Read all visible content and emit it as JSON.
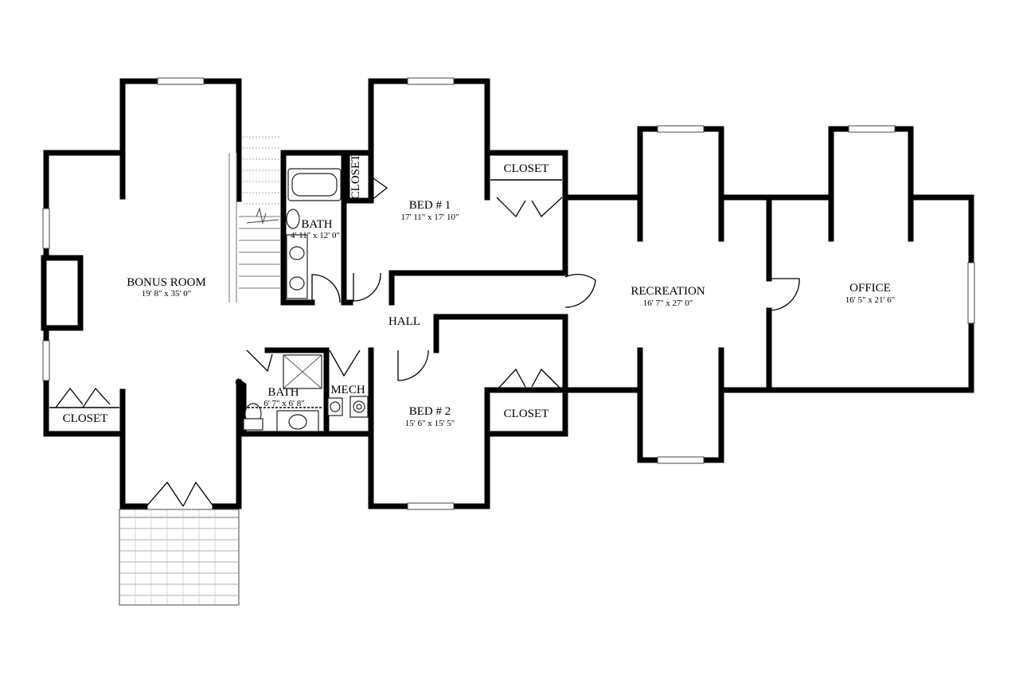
{
  "rooms": {
    "bonus_room": {
      "name": "BONUS ROOM",
      "dims": "19' 8\" x 35' 0\""
    },
    "bed1": {
      "name": "BED # 1",
      "dims": "17' 11\" x 17' 10\""
    },
    "bed2": {
      "name": "BED # 2",
      "dims": "15' 6\" x 15' 5\""
    },
    "bath_upper": {
      "name": "BATH",
      "dims": "4' 11\" x 12' 0\""
    },
    "bath_lower": {
      "name": "BATH",
      "dims": "6' 7\" x 6' 8\""
    },
    "mech": {
      "name": "MECH"
    },
    "hall": {
      "name": "HALL"
    },
    "recreation": {
      "name": "RECREATION",
      "dims": "16' 7\" x 27' 0\""
    },
    "office": {
      "name": "OFFICE",
      "dims": "16' 5\" x 21' 6\""
    },
    "closet_bed1": {
      "name": "CLOSET"
    },
    "closet_bed2": {
      "name": "CLOSET"
    },
    "closet_bonus": {
      "name": "CLOSET"
    },
    "closet_small": {
      "name": "CLOSET"
    }
  }
}
